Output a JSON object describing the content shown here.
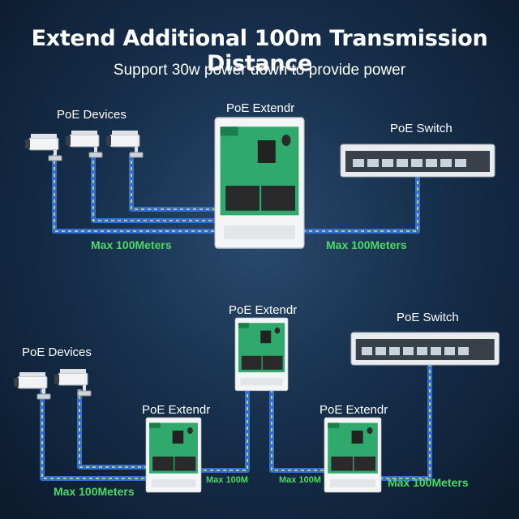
{
  "header": {
    "title": "Extend Additional 100m Transmission Distance",
    "subtitle": "Support 30w power down to provide power"
  },
  "top_diagram": {
    "devices_label": "PoE Devices",
    "extender_label": "PoE Extendr",
    "switch_label": "PoE Switch",
    "left_distance": "Max 100Meters",
    "right_distance": "Max 100Meters"
  },
  "bottom_diagram": {
    "devices_label": "PoE Devices",
    "top_extender_label": "PoE Extendr",
    "switch_label": "PoE Switch",
    "left_extender_label": "PoE Extendr",
    "right_extender_label": "PoE Extendr",
    "left_distance": "Max 100Meters",
    "mid_left_distance": "Max 100M",
    "mid_right_distance": "Max 100M",
    "right_distance": "Max 100Meters"
  },
  "colors": {
    "cable_blue": "#2f6fd6",
    "cable_stripe": "#f2e14b",
    "distance_green": "#4cd964"
  }
}
